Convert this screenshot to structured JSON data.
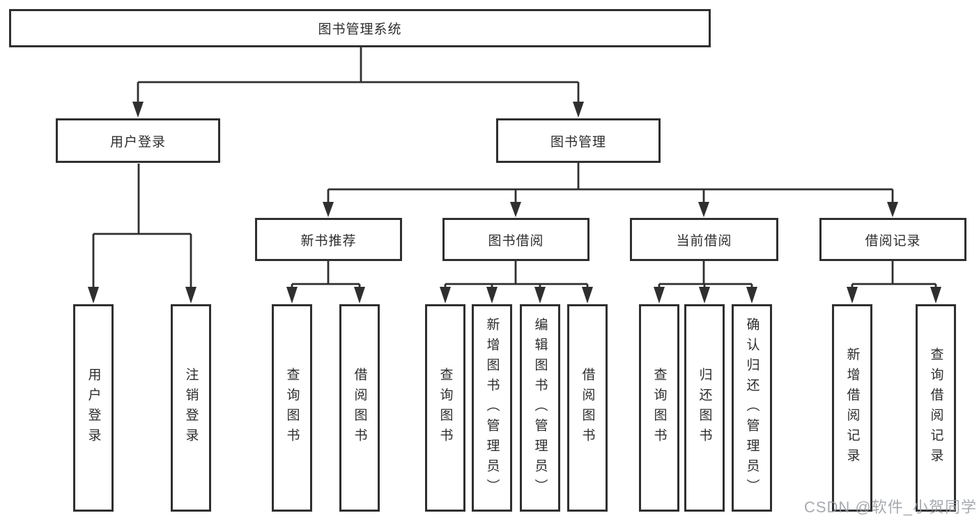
{
  "colors": {
    "line": "#2f2f2f",
    "text": "#2d2d2d",
    "background": "#ffffff",
    "watermark": "#979ba2"
  },
  "watermark": {
    "text": "CSDN @软件_小贺同学"
  },
  "tree": {
    "root": {
      "label": "图书管理系统"
    },
    "branches": [
      {
        "label": "用户登录",
        "children": [
          {
            "label": "用户登录"
          },
          {
            "label": "注销登录"
          }
        ]
      },
      {
        "label": "图书管理",
        "children": [
          {
            "label": "新书推荐",
            "children": [
              {
                "label": "查询图书"
              },
              {
                "label": "借阅图书"
              }
            ]
          },
          {
            "label": "图书借阅",
            "children": [
              {
                "label": "查询图书"
              },
              {
                "label": "新增图书（管理员）"
              },
              {
                "label": "编辑图书（管理员）"
              },
              {
                "label": "借阅图书"
              }
            ]
          },
          {
            "label": "当前借阅",
            "children": [
              {
                "label": "查询图书"
              },
              {
                "label": "归还图书"
              },
              {
                "label": "确认归还（管理员）"
              }
            ]
          },
          {
            "label": "借阅记录",
            "children": [
              {
                "label": "新增借阅记录"
              },
              {
                "label": "查询借阅记录"
              }
            ]
          }
        ]
      }
    ]
  }
}
